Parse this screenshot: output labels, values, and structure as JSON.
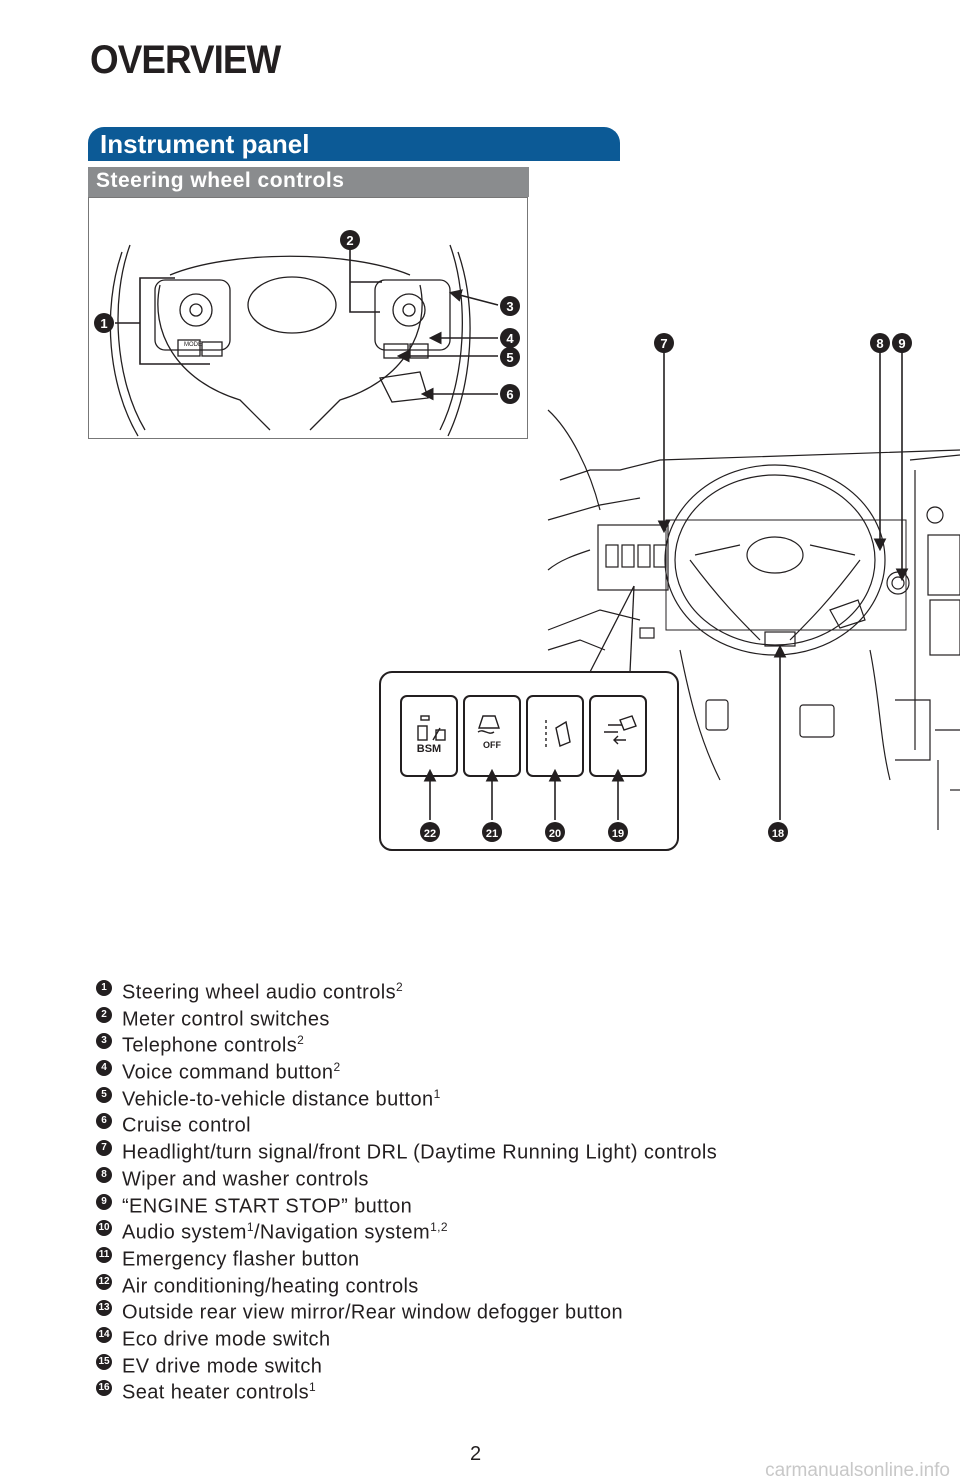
{
  "page": {
    "title": "OVERVIEW",
    "section": "Instrument panel",
    "subsection": "Steering wheel controls",
    "page_number": "2",
    "watermark": "carmanualsonline.info"
  },
  "callouts": {
    "c1": "1",
    "c2": "2",
    "c3": "3",
    "c4": "4",
    "c5": "5",
    "c6": "6",
    "c7": "7",
    "c8": "8",
    "c9": "9",
    "c18": "18",
    "c19": "19",
    "c20": "20",
    "c21": "21",
    "c22": "22"
  },
  "switch_labels": {
    "bsm": "BSM",
    "off": "OFF"
  },
  "legend": [
    {
      "num": "1",
      "text": "Steering wheel audio controls",
      "sup": "2"
    },
    {
      "num": "2",
      "text": "Meter control switches",
      "sup": ""
    },
    {
      "num": "3",
      "text": "Telephone controls",
      "sup": "2"
    },
    {
      "num": "4",
      "text": "Voice command button",
      "sup": "2"
    },
    {
      "num": "5",
      "text": "Vehicle-to-vehicle distance button",
      "sup": "1"
    },
    {
      "num": "6",
      "text": "Cruise control",
      "sup": ""
    },
    {
      "num": "7",
      "text": "Headlight/turn signal/front DRL (Daytime Running Light) controls",
      "sup": ""
    },
    {
      "num": "8",
      "text": "Wiper and washer controls",
      "sup": ""
    },
    {
      "num": "9",
      "text": "“ENGINE START STOP” button",
      "sup": ""
    },
    {
      "num": "10",
      "text": "Audio system",
      "sup": "1",
      "text2": "/Navigation system",
      "sup2": "1,2"
    },
    {
      "num": "11",
      "text": "Emergency flasher button",
      "sup": ""
    },
    {
      "num": "12",
      "text": "Air conditioning/heating controls",
      "sup": ""
    },
    {
      "num": "13",
      "text": "Outside rear view mirror/Rear window defogger button",
      "sup": ""
    },
    {
      "num": "14",
      "text": "Eco drive mode switch",
      "sup": ""
    },
    {
      "num": "15",
      "text": "EV drive mode switch",
      "sup": ""
    },
    {
      "num": "16",
      "text": "Seat heater controls",
      "sup": "1"
    }
  ]
}
